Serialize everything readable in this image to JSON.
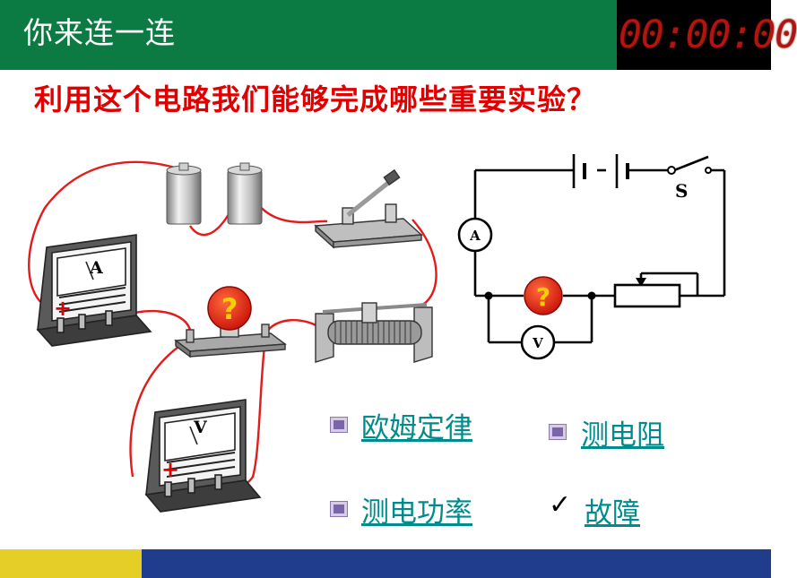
{
  "header": {
    "title": "你来连一连"
  },
  "timer": {
    "display": "00:00:00"
  },
  "question": "利用这个电路我们能够完成哪些重要实验？",
  "diagram": {
    "ammeter_label": "A",
    "voltmeter_label": "V",
    "plus_sign": "+",
    "unknown_mark": "?",
    "switch_label": "S"
  },
  "experiments": [
    {
      "label": "欧姆定律",
      "marker": "bullet"
    },
    {
      "label": "测电阻",
      "marker": "bullet"
    },
    {
      "label": "测电功率",
      "marker": "bullet"
    },
    {
      "label": "故障",
      "marker": "check",
      "check_symbol": "✓"
    }
  ],
  "colors": {
    "header_bg": "#0b7a43",
    "question_text": "#e00000",
    "link_text": "#008c8c",
    "wire": "#e21b1b",
    "footer_yellow": "#e5cf27",
    "footer_blue": "#1f3d8c"
  }
}
